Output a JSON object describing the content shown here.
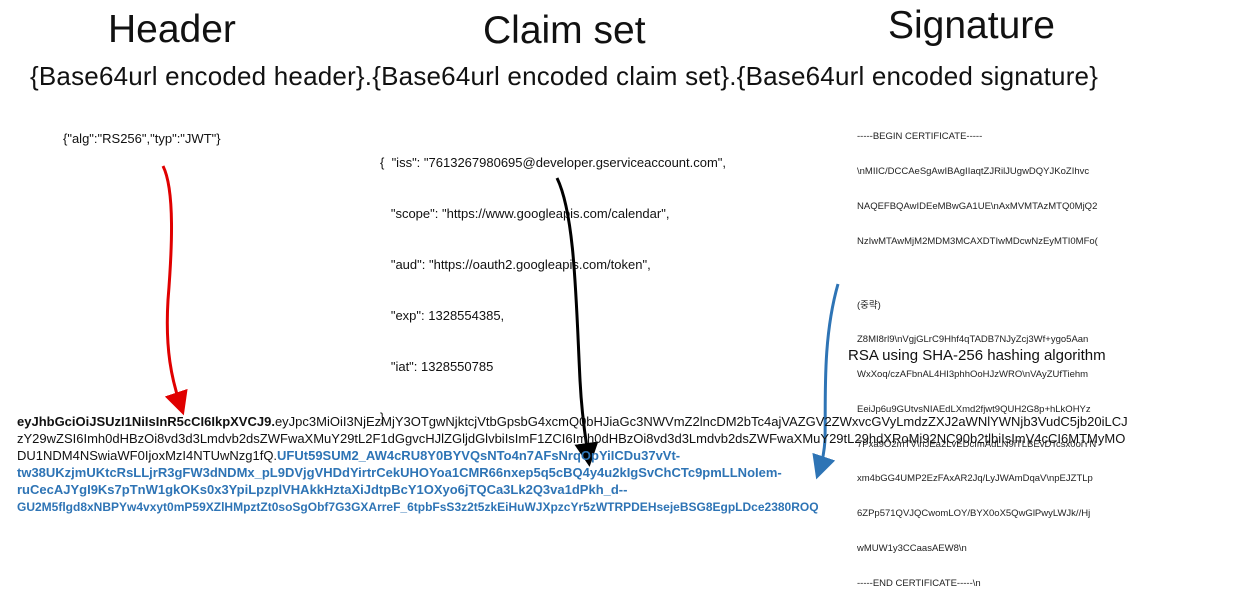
{
  "titles": {
    "header": "Header",
    "claim_set": "Claim set",
    "signature": "Signature"
  },
  "formula": "{Base64url encoded header}.{Base64url encoded claim set}.{Base64url encoded signature}",
  "header_json": "{\"alg\":\"RS256\",\"typ\":\"JWT\"}",
  "claim_set_json": [
    "{  \"iss\": \"7613267980695@developer.gserviceaccount.com\",",
    "   \"scope\": \"https://www.googleapis.com/calendar\",",
    "   \"aud\": \"https://oauth2.googleapis.com/token\",",
    "   \"exp\": 1328554385,",
    "   \"iat\": 1328550785",
    "}"
  ],
  "certificate": [
    "-----BEGIN CERTIFICATE-----",
    "\\nMIIC/DCCAeSgAwIBAgIIaqtZJRilJUgwDQYJKoZIhvc",
    "NAQEFBQAwIDEeMBwGA1UE\\nAxMVMTAzMTQ0MjQ2",
    "NzIwMTAwMjM2MDM3MCAXDTIwMDcwNzEyMTI0MFo(",
    "",
    "(중략)",
    "Z8MI8rl9\\nVgjGLrC9Hhf4qTADB7NJyZcj3Wf+ygo5Aan",
    "WxXoq/czAFbnAL4HI3phhOoHJzWRO\\nVAyZUfTiehm",
    "EeiJp6u9GUtvsNIAEdLXmd2fjwt9QUH2G8p+hLkOHYz",
    "7Pxa9O2mTV\\nJEa2LvEDcImAdLN9iTLBEvDTcsx0oiYN",
    "xm4bGG4UMP2EzFAxAR2Jq/LyJWAmDqaV\\npEJZTLp",
    "6ZPp571QVJQCwomLOY/BYX0oX5QwGlPwyLWJk//Hj",
    "wMUW1y3CCaasAEW8\\n",
    "-----END CERTIFICATE-----\\n"
  ],
  "signature_caption": "RSA using SHA-256 hashing algorithm",
  "token": {
    "header_part": "eyJhbGciOiJSUzI1NiIsInR5cCI6IkpXVCJ9.",
    "claim_part_line1": "eyJpc3MiOiI3NjEzMjY3OTgwNjktcjVtbGpsbG4xcmQ0bHJiaGc3NWVmZ2lncDM2bTc4ajVAZGV2ZWxvcGVyLmdzZXJ2aWNlYWNjb3VudC5jb20iLCJ",
    "claim_part_line2": "zY29wZSI6Imh0dHBzOi8vd3d3Lmdvb2dsZWFwaXMuY29tL2F1dGgvcHJlZGljdGlvbiIsImF1ZCI6Imh0dHBzOi8vd3d3Lmdvb2dsZWFwaXMuY29tL29hdXRoMi92NC90b2tlbiIsImV4cCI6MTMyMO",
    "claim_part_line3": "DU1NDM4NSwiaWF0IjoxMzI4NTUwNzg1fQ.",
    "signature_line3": "UFUt59SUM2_AW4cRU8Y0BYVQsNTo4n7AFsNrqOpYiICDu37vVt-",
    "signature_line4": "tw38UKzjmUKtcRsLLjrR3gFW3dNDMx_pL9DVjgVHDdYirtrCekUHOYoa1CMR66nxep5q5cBQ4y4u2kIgSvChCTc9pmLLNoIem-",
    "signature_line5": "ruCecAJYgI9Ks7pTnW1gkOKs0x3YpiLpzplVHAkkHztaXiJdtpBcY1OXyo6jTQCa3Lk2Q3va1dPkh_d--",
    "signature_line6": "GU2M5flgd8xNBPYw4vxyt0mP59XZlHMpztZt0soSgObf7G3GXArreF_6tpbFsS3z2t5zkEiHuWJXpzcYr5zWTRPDEHsejeBSG8EgpLDce2380ROQ"
  },
  "colors": {
    "header_arrow": "#e00000",
    "claim_arrow": "#000000",
    "signature_arrow": "#2e74b5",
    "signature_text": "#2e74b5"
  }
}
